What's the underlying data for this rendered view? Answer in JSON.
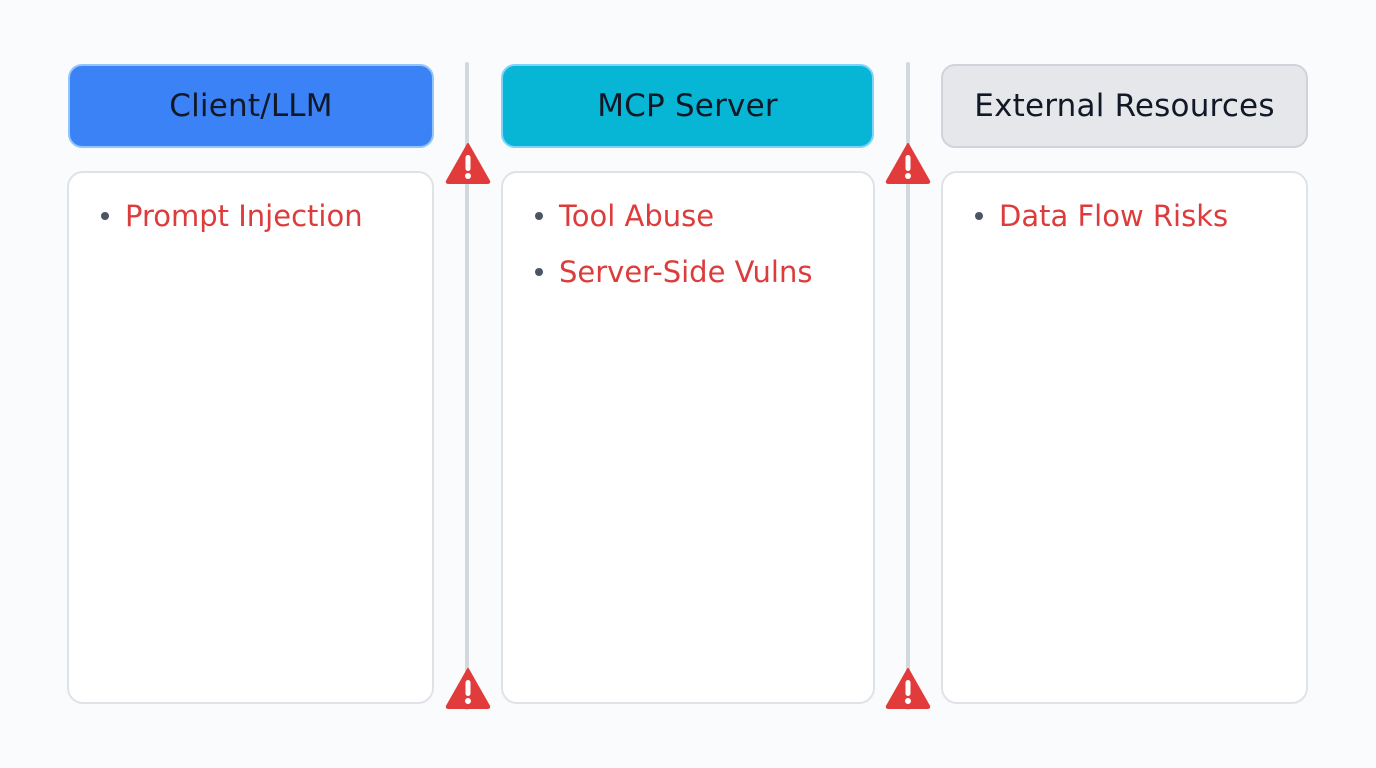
{
  "colors": {
    "client_header": "#3b82f6",
    "mcp_header": "#06b6d4",
    "external_header": "#e5e7eb",
    "risk_text": "#dc3c3c",
    "warning": "#e23b3b"
  },
  "columns": [
    {
      "title": "Client/LLM",
      "risks": [
        "Prompt Injection"
      ]
    },
    {
      "title": "MCP Server",
      "risks": [
        "Tool Abuse",
        "Server-Side Vulns"
      ]
    },
    {
      "title": "External Resources",
      "risks": [
        "Data Flow Risks"
      ]
    }
  ],
  "warning_icon": "warning-triangle-icon"
}
